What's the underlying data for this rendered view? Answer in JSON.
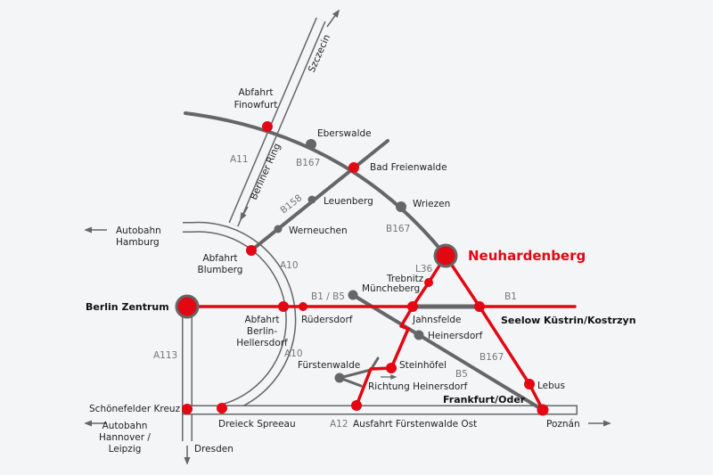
{
  "colors": {
    "accent": "#e30613",
    "road": "#666666",
    "background": "#f4f5f7"
  },
  "destination": "Neuhardenberg",
  "places": {
    "abfahrt_finowfurt": [
      "Abfahrt",
      "Finowfurt"
    ],
    "eberswalde": "Eberswalde",
    "bad_freienwalde": "Bad Freienwalde",
    "leuenberg": "Leuenberg",
    "werneuchen": "Werneuchen",
    "wriezen": "Wriezen",
    "abfahrt_blumberg": [
      "Abfahrt",
      "Blumberg"
    ],
    "autobahn_hamburg": [
      "Autobahn",
      "Hamburg"
    ],
    "berlin_zentrum": "Berlin Zentrum",
    "abfahrt_hellersdorf": [
      "Abfahrt",
      "Berlin-",
      "Hellersdorf"
    ],
    "ruedersdorf": "Rüdersdorf",
    "trebnitz": "Trebnitz",
    "muencheberg": "Müncheberg",
    "jahnsfelde": "Jahnsfelde",
    "heinersdorf": "Heinersdorf",
    "seelow": "Seelow",
    "kuestrin": "Küstrin/Kostrzyn",
    "fuerstenwalde": "Fürstenwalde",
    "steinhoefel": "Steinhöfel",
    "richtung_heinersdorf": "Richtung Heinersdorf",
    "lebus": "Lebus",
    "frankfurt_oder": "Frankfurt/Oder",
    "schoenefelder_kreuz": "Schönefelder Kreuz",
    "autobahn_hannover": [
      "Autobahn",
      "Hannover /",
      "Leipzig"
    ],
    "dreieck_spreeau": "Dreieck Spreeau",
    "ausfahrt_fuerstenwalde_ost": "Ausfahrt Fürstenwalde Ost",
    "poznan": "Poznán",
    "dresden": "Dresden",
    "szczecin": "Szczecin",
    "berliner_ring": "Berliner Ring"
  },
  "roads": {
    "a11": "A11",
    "b167_a": "B167",
    "b167_b": "B167",
    "b167_c": "B167",
    "b158": "B158",
    "a10_a": "A10",
    "a10_b": "A10",
    "l36": "L36",
    "b1_b5": "B1 / B5",
    "b1": "B1",
    "a113": "A113",
    "b5": "B5",
    "a12": "A12"
  }
}
